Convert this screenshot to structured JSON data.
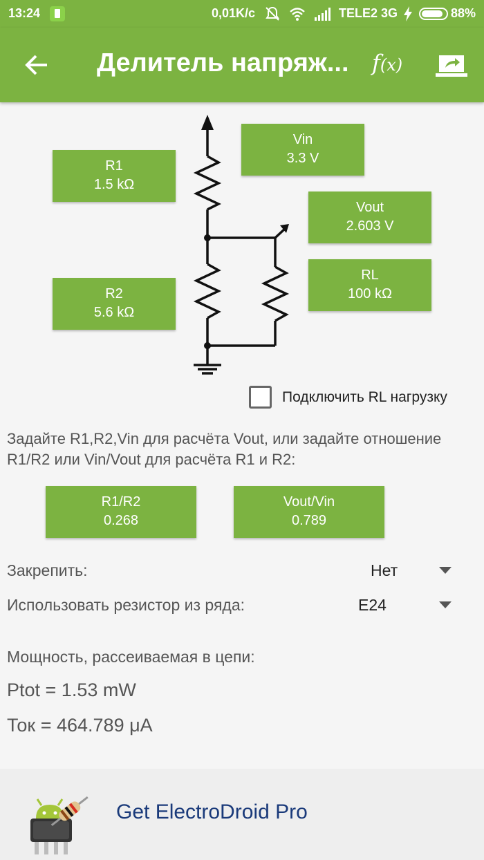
{
  "status_bar": {
    "time": "13:24",
    "network_speed": "0,01K/c",
    "carrier": "TELE2 3G",
    "battery_percent": "88%",
    "battery_level": 0.88
  },
  "app_bar": {
    "title": "Делитель напряж...",
    "fx_label": "f",
    "fx_arg": "(x)"
  },
  "fields": {
    "r1": {
      "label": "R1",
      "value": "1.5 kΩ"
    },
    "r2": {
      "label": "R2",
      "value": "5.6 kΩ"
    },
    "vin": {
      "label": "Vin",
      "value": "3.3 V"
    },
    "vout": {
      "label": "Vout",
      "value": "2.603 V"
    },
    "rl": {
      "label": "RL",
      "value": "100 kΩ"
    }
  },
  "load_checkbox": {
    "label": "Подключить RL нагрузку",
    "checked": false
  },
  "hint_text": "Задайте R1,R2,Vin для расчёта Vout, или задайте отношение R1/R2 или Vin/Vout для расчёта R1 и R2:",
  "ratios": {
    "r1r2": {
      "label": "R1/R2",
      "value": "0.268"
    },
    "voutvin": {
      "label": "Vout/Vin",
      "value": "0.789"
    }
  },
  "fix": {
    "label": "Закрепить:",
    "value": "Нет"
  },
  "series": {
    "label": "Использовать резистор из ряда:",
    "value": "E24"
  },
  "power": {
    "heading": "Мощность, рассеиваемая в цепи:",
    "ptot": "Ptot = 1.53 mW",
    "current": "Ток = 464.789 μA"
  },
  "footer": {
    "cta": "Get ElectroDroid Pro"
  },
  "colors": {
    "accent": "#7cb341",
    "footer_link": "#1a3a7a"
  }
}
